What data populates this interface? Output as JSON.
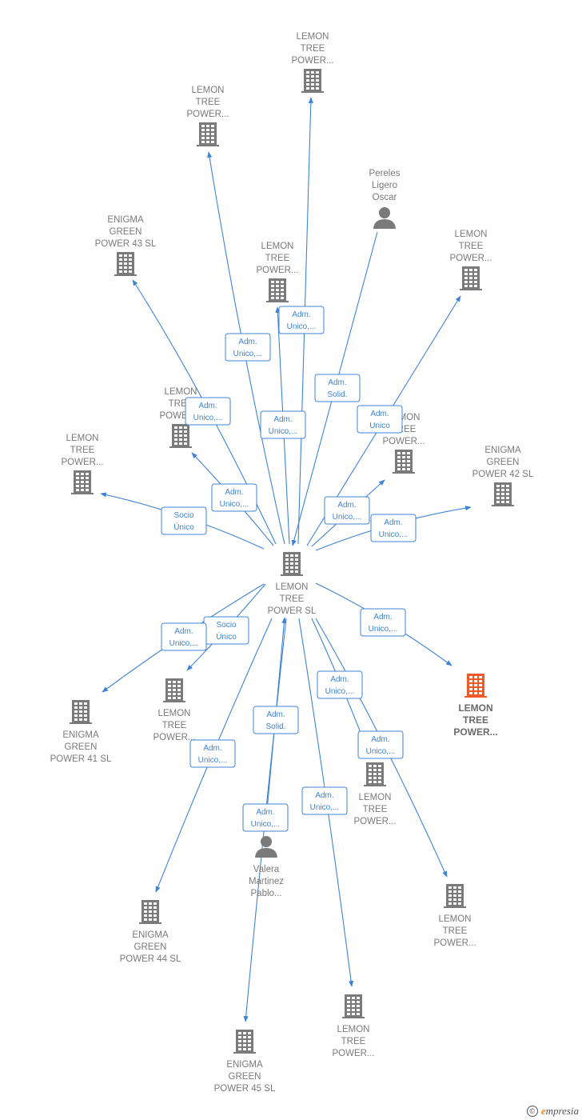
{
  "colors": {
    "node": "#7a7a7a",
    "highlight": "#f05a28",
    "edge": "#3f83d6",
    "label": "#7a7a7a"
  },
  "footer": {
    "copyright": "©",
    "brand_initial": "e",
    "brand_rest": "mpresia"
  },
  "nodes": [
    {
      "id": "center",
      "type": "company",
      "lines": [
        "LEMON",
        "TREE",
        "POWER  SL"
      ],
      "label_pos": "below"
    },
    {
      "id": "n_top",
      "type": "company",
      "lines": [
        "LEMON",
        "TREE",
        "POWER..."
      ],
      "label_pos": "above"
    },
    {
      "id": "n_top2",
      "type": "company",
      "lines": [
        "LEMON",
        "TREE",
        "POWER..."
      ],
      "label_pos": "above"
    },
    {
      "id": "pereles",
      "type": "person",
      "lines": [
        "Pereles",
        "Ligero",
        "Oscar"
      ],
      "label_pos": "above"
    },
    {
      "id": "enigma43",
      "type": "company",
      "lines": [
        "ENIGMA",
        "GREEN",
        "POWER 43  SL"
      ],
      "label_pos": "above"
    },
    {
      "id": "n_mid",
      "type": "company",
      "lines": [
        "LEMON",
        "TREE",
        "POWER..."
      ],
      "label_pos": "above"
    },
    {
      "id": "n_right1",
      "type": "company",
      "lines": [
        "LEMON",
        "TREE",
        "POWER..."
      ],
      "label_pos": "above"
    },
    {
      "id": "n_left_mid",
      "type": "company",
      "lines": [
        "LEMON",
        "TREE",
        "POWER..."
      ],
      "label_pos": "above"
    },
    {
      "id": "n_left",
      "type": "company",
      "lines": [
        "LEMON",
        "TREE",
        "POWER..."
      ],
      "label_pos": "above"
    },
    {
      "id": "n_right_mid",
      "type": "company",
      "lines": [
        "LEMON",
        "TREE",
        "POWER..."
      ],
      "label_pos": "above"
    },
    {
      "id": "enigma42",
      "type": "company",
      "lines": [
        "ENIGMA",
        "GREEN",
        "POWER 42  SL"
      ],
      "label_pos": "above"
    },
    {
      "id": "n_hl",
      "type": "company",
      "lines": [
        "LEMON",
        "TREE",
        "POWER..."
      ],
      "label_pos": "below",
      "highlight": true
    },
    {
      "id": "n_below_left",
      "type": "company",
      "lines": [
        "LEMON",
        "TREE",
        "POWER..."
      ],
      "label_pos": "below"
    },
    {
      "id": "enigma41",
      "type": "company",
      "lines": [
        "ENIGMA",
        "GREEN",
        "POWER 41  SL"
      ],
      "label_pos": "below"
    },
    {
      "id": "n_below_right",
      "type": "company",
      "lines": [
        "LEMON",
        "TREE",
        "POWER..."
      ],
      "label_pos": "below"
    },
    {
      "id": "valera",
      "type": "person",
      "lines": [
        "Valera",
        "Martinez",
        "Pablo..."
      ],
      "label_pos": "below"
    },
    {
      "id": "n_far_right",
      "type": "company",
      "lines": [
        "LEMON",
        "TREE",
        "POWER..."
      ],
      "label_pos": "below"
    },
    {
      "id": "enigma44",
      "type": "company",
      "lines": [
        "ENIGMA",
        "GREEN",
        "POWER 44  SL"
      ],
      "label_pos": "below"
    },
    {
      "id": "n_bottom",
      "type": "company",
      "lines": [
        "LEMON",
        "TREE",
        "POWER..."
      ],
      "label_pos": "below"
    },
    {
      "id": "enigma45",
      "type": "company",
      "lines": [
        "ENIGMA",
        "GREEN",
        "POWER 45  SL"
      ],
      "label_pos": "below"
    }
  ],
  "edges": [
    {
      "from": "center",
      "to": "n_top",
      "label": [
        "Adm.",
        "Unico,..."
      ]
    },
    {
      "from": "center",
      "to": "n_top2",
      "label": [
        "Adm.",
        "Unico,..."
      ]
    },
    {
      "from": "pereles",
      "to": "center",
      "label": [
        "Adm.",
        "Solid."
      ]
    },
    {
      "from": "center",
      "to": "enigma43",
      "label": [
        "Adm.",
        "Unico,..."
      ]
    },
    {
      "from": "center",
      "to": "n_mid",
      "label": [
        "Adm.",
        "Unico,..."
      ]
    },
    {
      "from": "center",
      "to": "n_right1",
      "label": [
        "Adm.",
        "Unico"
      ]
    },
    {
      "from": "center",
      "to": "n_left_mid",
      "label": [
        "Adm.",
        "Unico,..."
      ]
    },
    {
      "from": "center",
      "to": "n_left",
      "label": [
        "Socio",
        "Único"
      ]
    },
    {
      "from": "center",
      "to": "n_right_mid",
      "label": [
        "Adm.",
        "Unico,..."
      ]
    },
    {
      "from": "center",
      "to": "enigma42",
      "label": [
        "Adm.",
        "Unico,..."
      ]
    },
    {
      "from": "center",
      "to": "n_hl",
      "label": [
        "Adm.",
        "Unico,..."
      ]
    },
    {
      "from": "center",
      "to": "n_below_left",
      "label": [
        "Socio",
        "Único"
      ]
    },
    {
      "from": "center",
      "to": "enigma41",
      "label": [
        "Adm.",
        "Unico,..."
      ]
    },
    {
      "from": "center",
      "to": "n_below_right",
      "label": [
        "Adm.",
        "Unico,..."
      ]
    },
    {
      "from": "valera",
      "to": "center",
      "label": [
        "Adm.",
        "Solid."
      ]
    },
    {
      "from": "center",
      "to": "n_far_right",
      "label": [
        "Adm.",
        "Unico,..."
      ]
    },
    {
      "from": "center",
      "to": "enigma44",
      "label": [
        "Adm.",
        "Unico,..."
      ]
    },
    {
      "from": "center",
      "to": "n_bottom",
      "label": [
        "Adm.",
        "Unico,..."
      ]
    },
    {
      "from": "center",
      "to": "enigma45",
      "label": [
        "Adm.",
        "Unico,..."
      ]
    }
  ]
}
